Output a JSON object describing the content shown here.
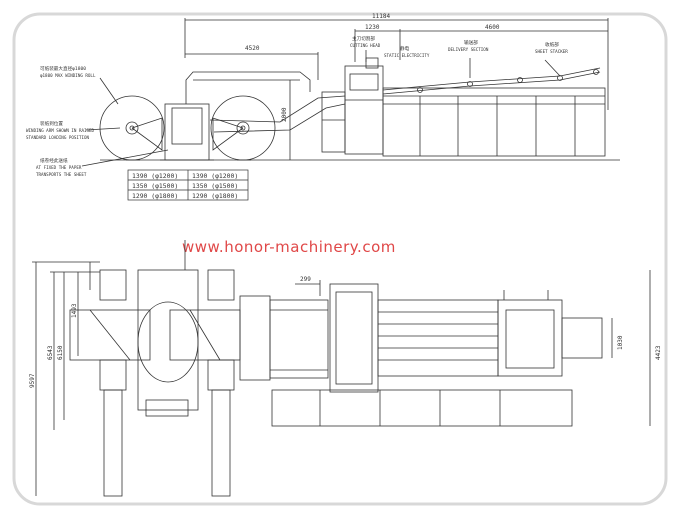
{
  "watermark": "www.honor-machinery.com",
  "top_view": {
    "dims": {
      "overall": "11184",
      "main_width": "4520",
      "cutting_width": "1230",
      "delivery_width": "4600",
      "height": "2000"
    },
    "labels": {
      "cutting_head_cn": "主刀切割部",
      "cutting_head_en": "CUTTING HEAD",
      "static_cn": "静电",
      "static_en": "STATIC ELECTRICITY",
      "delivery_cn": "输送部",
      "delivery_en": "DELIVERY SECTION",
      "stacker_cn": "收纸部",
      "stacker_en": "SHEET STACKER",
      "roll_cn": "可纸装最大直径φ1800",
      "roll_en": "φ1800 MAX WINDING ROLL",
      "arm_cn": "装纸到位置",
      "arm_en1": "WINDING ARM SHOWN IN RAISED",
      "arm_en2": "STANDARD LOADING POSITION",
      "paper_cn": "纸卷经此送纸",
      "paper_en1": "AT FIXED THE PAPER",
      "paper_en2": "TRANSPORTS THE SHEET"
    },
    "roll_table": [
      [
        "1390 (φ1200)",
        "1390 (φ1200)"
      ],
      [
        "1350 (φ1500)",
        "1350 (φ1500)"
      ],
      [
        "1290 (φ1800)",
        "1290 (φ1800)"
      ]
    ]
  },
  "plan_view": {
    "dims": {
      "total_depth": "9597",
      "depth_a": "6543",
      "depth_b": "6150",
      "offset": "1493",
      "c": "299",
      "d": "1030",
      "e": "4423"
    }
  }
}
